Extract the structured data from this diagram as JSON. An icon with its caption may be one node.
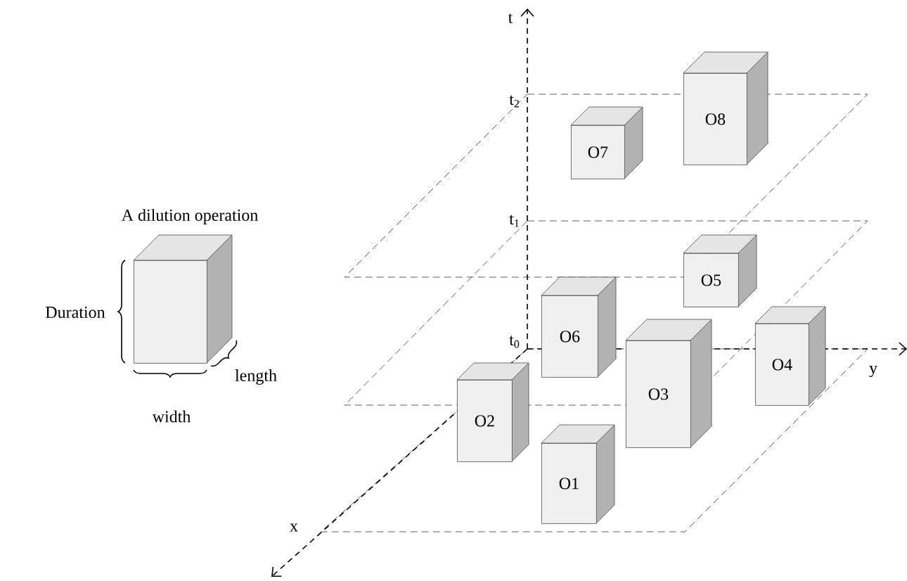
{
  "diagram": {
    "nodes": [
      {
        "text": [
          "A dilution operation"
        ]
      },
      {
        "text": [
          "O8"
        ]
      },
      {
        "text": [
          "O7"
        ]
      },
      {
        "text": [
          "O5"
        ]
      },
      {
        "text": [
          "O6"
        ]
      },
      {
        "text": [
          "O4"
        ]
      },
      {
        "text": [
          "O3"
        ]
      },
      {
        "text": [
          "O2"
        ]
      },
      {
        "text": [
          "O1"
        ]
      }
    ],
    "labels": [
      "Duration",
      "length",
      "width",
      "t",
      "t$_{2}$",
      "t$_{1}$",
      "t$_{0}$",
      "y",
      "x"
    ]
  }
}
